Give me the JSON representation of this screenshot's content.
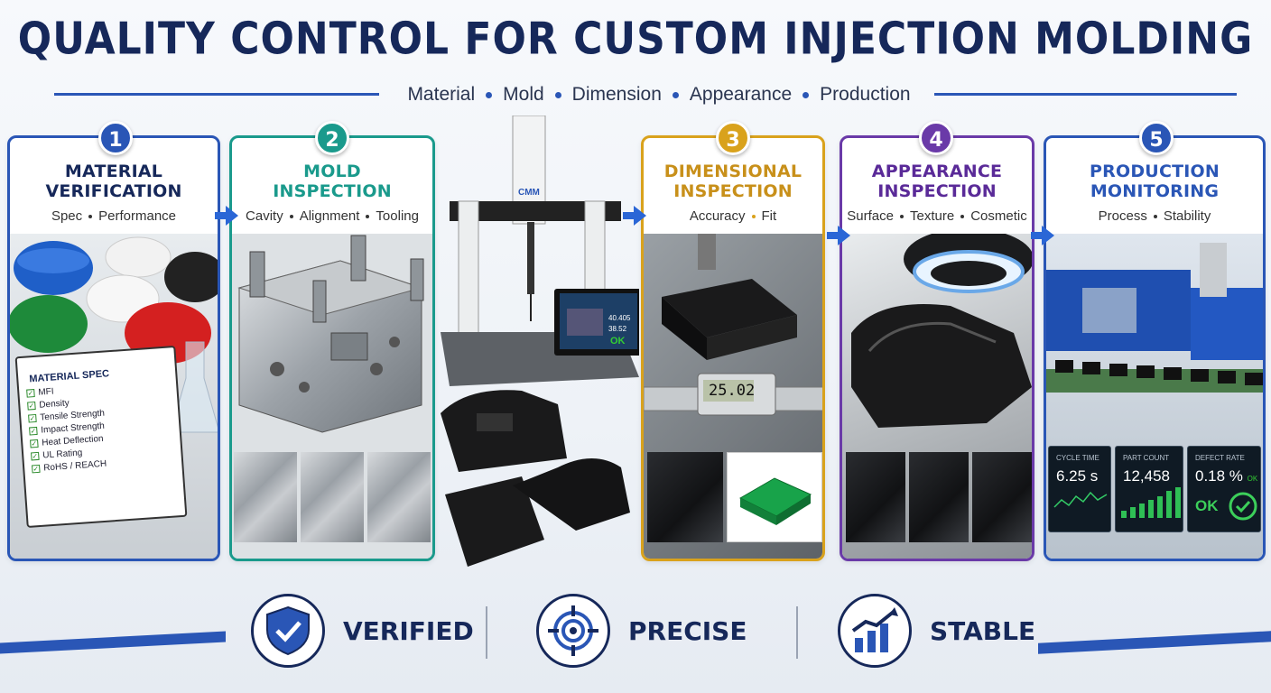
{
  "title": "QUALITY CONTROL FOR CUSTOM INJECTION MOLDING",
  "subheader": [
    "Material",
    "Mold",
    "Dimension",
    "Appearance",
    "Production"
  ],
  "colors": {
    "navy": "#16285a",
    "blue": "#2a56b6",
    "teal": "#1a9a8c",
    "gold": "#d9a21c",
    "purple": "#6a3aa8"
  },
  "cards": [
    {
      "num": "1",
      "title1": "MATERIAL",
      "title2": "VERIFICATION",
      "subs": [
        "Spec",
        "Performance"
      ],
      "color": "#2a56b6"
    },
    {
      "num": "2",
      "title1": "MOLD",
      "title2": "INSPECTION",
      "subs": [
        "Cavity",
        "Alignment",
        "Tooling"
      ],
      "color": "#1a9a8c"
    },
    {
      "num": "3",
      "title1": "DIMENSIONAL",
      "title2": "INSPECTION",
      "subs": [
        "Accuracy",
        "Fit"
      ],
      "color": "#d9a21c"
    },
    {
      "num": "4",
      "title1": "APPEARANCE",
      "title2": "INSPECTION",
      "subs": [
        "Surface",
        "Texture",
        "Cosmetic"
      ],
      "color": "#6a3aa8"
    },
    {
      "num": "5",
      "title1": "PRODUCTION",
      "title2": "MONITORING",
      "subs": [
        "Process",
        "Stability"
      ],
      "color": "#2a56b6"
    }
  ],
  "material_spec": {
    "heading": "MATERIAL SPEC",
    "items": [
      "MFI",
      "Density",
      "Tensile Strength",
      "Impact Strength",
      "Heat Deflection",
      "UL Rating",
      "RoHS / REACH"
    ]
  },
  "cmm": {
    "label": "CMM",
    "screen_lines": [
      "40.405",
      "38.52"
    ],
    "screen_ok": "OK"
  },
  "caliper_reading": "25.02",
  "dashboard": [
    {
      "label": "CYCLE TIME",
      "value": "6.25 s"
    },
    {
      "label": "PART COUNT",
      "value": "12,458"
    },
    {
      "label": "DEFECT RATE",
      "value": "0.18 %",
      "badge": "OK",
      "status": "OK"
    }
  ],
  "bottom": [
    {
      "label": "VERIFIED",
      "icon": "shield-check-icon"
    },
    {
      "label": "PRECISE",
      "icon": "target-icon"
    },
    {
      "label": "STABLE",
      "icon": "growth-chart-icon"
    }
  ]
}
